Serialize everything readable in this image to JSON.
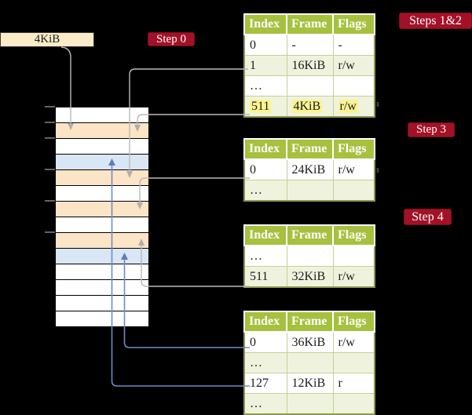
{
  "frame_box": {
    "label": "4KiB"
  },
  "badges": {
    "step0": "Step 0",
    "steps12": "Steps 1&2",
    "step3": "Step 3",
    "step4": "Step 4"
  },
  "colors": {
    "badge_red": "#a31127",
    "table_header_green": "#a5c13e",
    "row_shade_green": "#eff3de",
    "memory_pagetable_peach": "#fce4c7",
    "memory_datapage_blue": "#d9e6f4",
    "frame_box_cream": "#faecc9",
    "highlight_yellow": "#fbf391",
    "arrow_gray": "#b9b9b9",
    "arrow_blue": "#6d8cc3"
  },
  "memory": {
    "rows": [
      {
        "kind": "plain"
      },
      {
        "kind": "table"
      },
      {
        "kind": "plain"
      },
      {
        "kind": "page"
      },
      {
        "kind": "table"
      },
      {
        "kind": "plain"
      },
      {
        "kind": "table"
      },
      {
        "kind": "plain"
      },
      {
        "kind": "table"
      },
      {
        "kind": "page"
      },
      {
        "kind": "plain"
      },
      {
        "kind": "plain"
      },
      {
        "kind": "plain"
      },
      {
        "kind": "plain"
      }
    ]
  },
  "tables": [
    {
      "name": "steps12",
      "headers": [
        "Index",
        "Frame",
        "Flags"
      ],
      "rows": [
        {
          "cells": [
            "0",
            "-",
            "-"
          ]
        },
        {
          "cells": [
            "1",
            "16KiB",
            "r/w"
          ]
        },
        {
          "cells": [
            "…",
            "",
            ""
          ]
        },
        {
          "cells": [
            "511",
            "4KiB",
            "r/w"
          ],
          "highlight": true
        }
      ]
    },
    {
      "name": "step3",
      "headers": [
        "Index",
        "Frame",
        "Flags"
      ],
      "rows": [
        {
          "cells": [
            "0",
            "24KiB",
            "r/w"
          ]
        },
        {
          "cells": [
            "…",
            "",
            ""
          ]
        }
      ]
    },
    {
      "name": "step4",
      "headers": [
        "Index",
        "Frame",
        "Flags"
      ],
      "rows": [
        {
          "cells": [
            "…",
            "",
            ""
          ]
        },
        {
          "cells": [
            "511",
            "32KiB",
            "r/w"
          ]
        }
      ]
    },
    {
      "name": "final",
      "headers": [
        "Index",
        "Frame",
        "Flags"
      ],
      "rows": [
        {
          "cells": [
            "0",
            "36KiB",
            "r/w"
          ]
        },
        {
          "cells": [
            "…",
            "",
            ""
          ]
        },
        {
          "cells": [
            "127",
            "12KiB",
            "r"
          ]
        },
        {
          "cells": [
            "…",
            "",
            ""
          ]
        }
      ]
    }
  ]
}
